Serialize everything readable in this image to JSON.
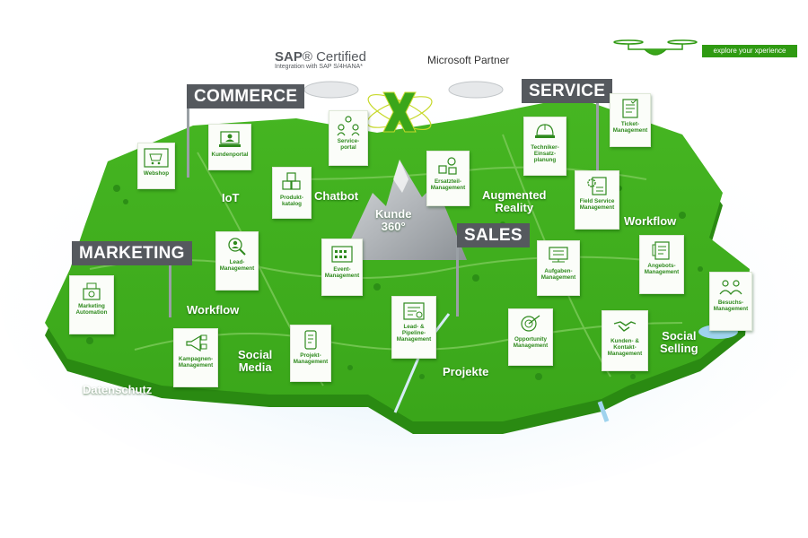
{
  "logos": {
    "sap_brand": "SAP",
    "sap_certified": "Certified",
    "sap_integration": "Integration with SAP S/4HANA*",
    "microsoft_partner": "Microsoft Partner",
    "banner": "explore your xperience"
  },
  "flags": {
    "commerce": "COMMERCE",
    "service": "SERVICE",
    "marketing": "MARKETING",
    "sales": "SALES"
  },
  "center": {
    "mountain_label": "Kunde\n360°"
  },
  "map_labels": {
    "iot": "IoT",
    "chatbot": "Chatbot",
    "augmented_reality": "Augmented\nReality",
    "workflow_service": "Workflow",
    "workflow_marketing": "Workflow",
    "social_media": "Social\nMedia",
    "datenschutz": "Datenschutz",
    "projekte": "Projekte",
    "social_selling": "Social\nSelling"
  },
  "cards": {
    "webshop": {
      "label": "Webshop",
      "icon": "cart-icon"
    },
    "kundenportal": {
      "label": "Kundenportal",
      "icon": "portal-icon"
    },
    "produktkatalog": {
      "label": "Produkt-\nkatalog",
      "icon": "boxes-icon"
    },
    "serviceportal": {
      "label": "Service-\nportal",
      "icon": "people-icon"
    },
    "ersatzteil": {
      "label": "Ersatzteil-\nManagement",
      "icon": "parts-icon"
    },
    "techniker": {
      "label": "Techniker-\nEinsatz-\nplanung",
      "icon": "helmet-icon"
    },
    "ticket": {
      "label": "Ticket-\nManagement",
      "icon": "ticket-icon"
    },
    "fieldservice": {
      "label": "Field Service\nManagement",
      "icon": "gear-doc-icon"
    },
    "lead": {
      "label": "Lead-\nManagement",
      "icon": "person-search-icon"
    },
    "event": {
      "label": "Event-\nManagement",
      "icon": "calendar-icon"
    },
    "aufgaben": {
      "label": "Aufgaben-\nManagement",
      "icon": "tasks-icon"
    },
    "angebots": {
      "label": "Angebots-\nManagement",
      "icon": "offer-icon"
    },
    "marketingautomation": {
      "label": "Marketing\nAutomation",
      "icon": "machine-icon"
    },
    "leadpipeline": {
      "label": "Lead- &\nPipeline-\nManagement",
      "icon": "pipeline-icon"
    },
    "opportunity": {
      "label": "Opportunity\nManagement",
      "icon": "target-icon"
    },
    "kontakt": {
      "label": "Kunden- &\nKontakt-\nManagement",
      "icon": "handshake-icon"
    },
    "besuchs": {
      "label": "Besuchs-\nManagement",
      "icon": "visit-icon"
    },
    "kampagnen": {
      "label": "Kampagnen-\nManagement",
      "icon": "megaphone-icon"
    },
    "projekt": {
      "label": "Projekt-\nManagement",
      "icon": "phone-doc-icon"
    }
  },
  "colors": {
    "land_top": "#3fae1d",
    "land_side": "#2a8a12",
    "accent_green": "#2f8a1e",
    "flag_grey": "#55595e",
    "water_glow": "#cfe9f7"
  }
}
